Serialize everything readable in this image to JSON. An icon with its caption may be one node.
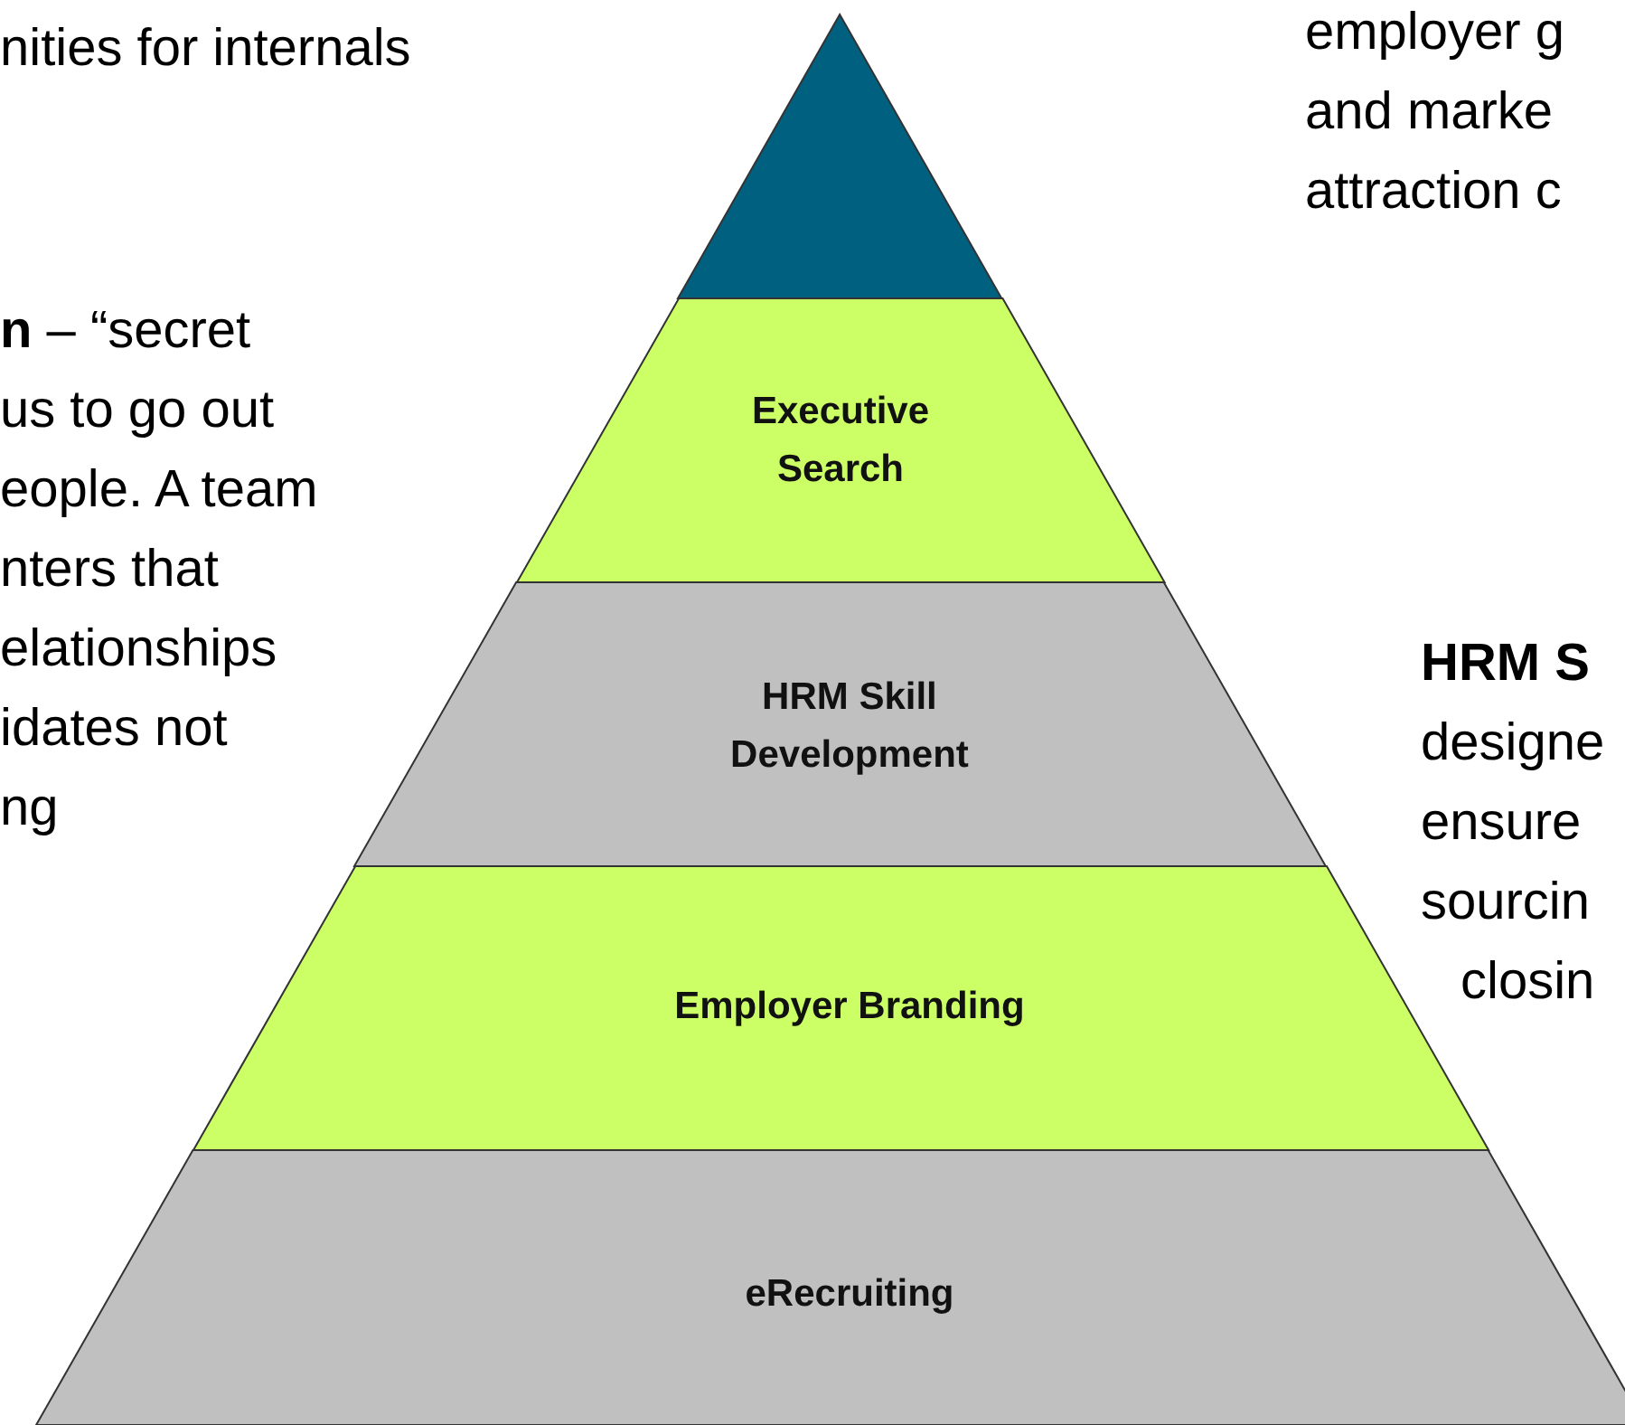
{
  "diagram": {
    "nodes": [
      {
        "text": [],
        "shape": "triangle"
      },
      {
        "text": [
          "Executive Search"
        ]
      },
      {
        "text": [
          "HRM Skill Development"
        ]
      },
      {
        "text": [
          "Employer Branding"
        ]
      },
      {
        "text": [
          "eRecruiting"
        ]
      }
    ],
    "labels": [
      "nities for internals",
      "employer g",
      "and marke",
      "attraction c",
      "**n** – “secret",
      "us to go out",
      "eople. A team",
      "nters that",
      "elationships",
      "idates not",
      "ng",
      "HRM S",
      "designe",
      "ensure",
      "sourcin",
      "closin"
    ]
  }
}
